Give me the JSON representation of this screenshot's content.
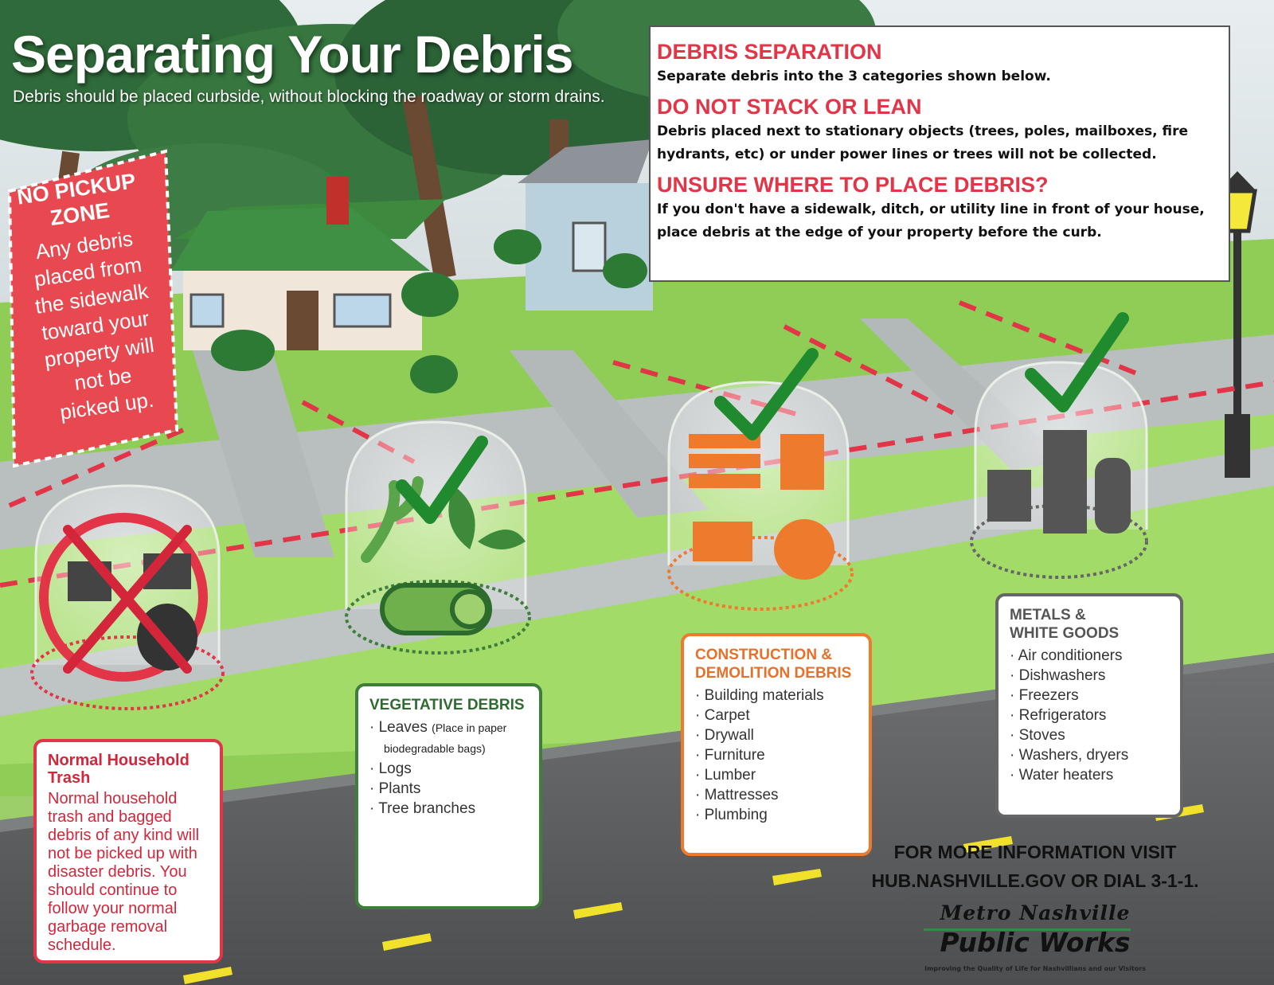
{
  "header": {
    "title": "Separating Your Debris",
    "subtitle": "Debris should be placed curbside, without blocking the roadway or storm drains."
  },
  "info_box": {
    "h1": "DEBRIS SEPARATION",
    "p1": "Separate debris into the 3 categories shown below.",
    "h2": "DO NOT STACK OR LEAN",
    "p2": "Debris placed next to stationary objects (trees, poles, mailboxes, fire hydrants, etc) or under power lines or trees will not be collected.",
    "h3": "UNSURE WHERE TO PLACE DEBRIS?",
    "p3": "If you don't have a sidewalk, ditch, or utility line in front of your house, place debris at the edge of your property before the curb."
  },
  "no_pickup": {
    "title1": "NO PICKUP",
    "title2": "ZONE",
    "l1": "Any debris",
    "l2": "placed from",
    "l3": "the sidewalk",
    "l4": "toward your",
    "l5": "property will",
    "l6": "not be",
    "l7": "picked up."
  },
  "household": {
    "title1": "Normal Household",
    "title2": "Trash",
    "body": "Normal household trash and bagged debris of any kind will not be picked up with disaster debris. You should continue to follow your normal garbage removal schedule."
  },
  "vegetative": {
    "title": "VEGETATIVE DEBRIS",
    "item1": "Leaves",
    "item1_note": "(Place in paper",
    "item1_note2": "biodegradable bags)",
    "items": [
      "Logs",
      "Plants",
      "Tree branches"
    ]
  },
  "construction": {
    "title1": "CONSTRUCTION &",
    "title2": "DEMOLITION DEBRIS",
    "items": [
      "Building materials",
      "Carpet",
      "Drywall",
      "Furniture",
      "Lumber",
      "Mattresses",
      "Plumbing"
    ]
  },
  "metals": {
    "title1": "METALS &",
    "title2": "WHITE GOODS",
    "items": [
      "Air conditioners",
      "Dishwashers",
      "Freezers",
      "Refrigerators",
      "Stoves",
      "Washers, dryers",
      "Water heaters"
    ]
  },
  "footer": {
    "line1": "FOR MORE INFORMATION VISIT",
    "line2": "HUB.NASHVILLE.GOV OR  DIAL 3-1-1.",
    "logo1": "Metro Nashville",
    "logo2": "Public Works",
    "tagline": "Improving the Quality of Life for Nashvillians and our Visitors"
  },
  "colors": {
    "accent_red": "#e23548",
    "veg_green": "#3e7d3a",
    "construction_orange": "#ee7a2e",
    "metal_gray": "#666666",
    "check_green": "#1f8a2e",
    "road": "#5a5c5e",
    "lane_yellow": "#f2e12b"
  }
}
